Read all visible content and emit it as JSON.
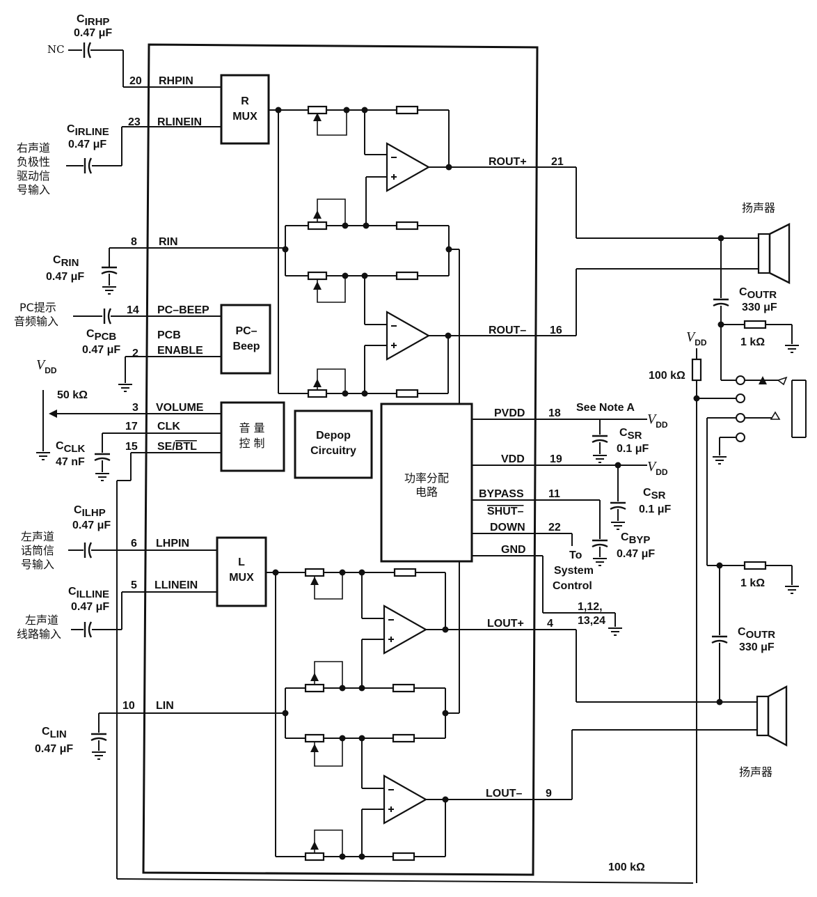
{
  "components": {
    "c_irhp": "CIRHP",
    "c_irhp_val": "0.47 μF",
    "nc": "NC",
    "c_irline": "CIRLINE",
    "c_irline_val": "0.47 μF",
    "right_input_text": [
      "右声道",
      "负极性",
      "驱动信",
      "号输入"
    ],
    "c_rin": "CRIN",
    "c_rin_val": "0.47 μF",
    "pc_input_text": [
      "PC提示",
      "音频输入"
    ],
    "c_pcb": "CPCB",
    "c_pcb_val": "0.47 μF",
    "vdd_left": "VDD",
    "res_50k": "50 kΩ",
    "c_clk": "CCLK",
    "c_clk_val": "47 nF",
    "c_ilhp": "CILHP",
    "c_ilhp_val": "0.47 μF",
    "left_mic_text": [
      "左声道",
      "话筒信",
      "号输入"
    ],
    "c_illine": "CILLINE",
    "c_illine_val": "0.47 μF",
    "left_line_text": [
      "左声道",
      "线路输入"
    ],
    "c_lin": "CLIN",
    "c_lin_val": "0.47 μF",
    "see_note": "See Note A",
    "vdd_pvdd": "VDD",
    "c_sr1": "CSR",
    "c_sr1_val": "0.1 μF",
    "vdd_vdd": "VDD",
    "c_sr2": "CSR",
    "c_sr2_val": "0.1 μF",
    "c_byp": "CBYP",
    "c_byp_val": "0.47 μF",
    "to_system": [
      "To",
      "System",
      "Control"
    ],
    "gnd_pins": [
      "1,12,",
      "13,24"
    ],
    "speaker_top": "扬声器",
    "speaker_bottom": "扬声器",
    "c_outr1": "COUTR",
    "c_outr1_val": "330 μF",
    "c_outr2": "COUTR",
    "c_outr2_val": "330 μF",
    "res_1k_a": "1 kΩ",
    "res_1k_b": "1 kΩ",
    "vdd_right": "VDD",
    "res_100k_right": "100 kΩ",
    "res_100k_bottom": "100 kΩ"
  },
  "pins": [
    {
      "num": "20",
      "name": "RHPIN"
    },
    {
      "num": "23",
      "name": "RLINEIN"
    },
    {
      "num": "8",
      "name": "RIN"
    },
    {
      "num": "14",
      "name": "PC–BEEP"
    },
    {
      "num": "2",
      "name": "PCB ENABLE"
    },
    {
      "num": "3",
      "name": "VOLUME"
    },
    {
      "num": "17",
      "name": "CLK"
    },
    {
      "num": "15",
      "name": "SE/BTL"
    },
    {
      "num": "6",
      "name": "LHPIN"
    },
    {
      "num": "5",
      "name": "LLINEIN"
    },
    {
      "num": "10",
      "name": "LIN"
    },
    {
      "num": "21",
      "name": "ROUT+"
    },
    {
      "num": "16",
      "name": "ROUT–"
    },
    {
      "num": "18",
      "name": "PVDD"
    },
    {
      "num": "19",
      "name": "VDD"
    },
    {
      "num": "11",
      "name": "BYPASS"
    },
    {
      "num": "22",
      "name": "SHUT–DOWN"
    },
    {
      "num": "",
      "name": "GND"
    },
    {
      "num": "4",
      "name": "LOUT+"
    },
    {
      "num": "9",
      "name": "LOUT–"
    }
  ],
  "blocks": {
    "r_mux": [
      "R",
      "MUX"
    ],
    "pc_beep": [
      "PC–",
      "Beep"
    ],
    "volume": [
      "音 量",
      "控 制"
    ],
    "depop": [
      "Depop",
      "Circuitry"
    ],
    "power": [
      "功率分配",
      "电路"
    ],
    "l_mux": [
      "L",
      "MUX"
    ]
  }
}
